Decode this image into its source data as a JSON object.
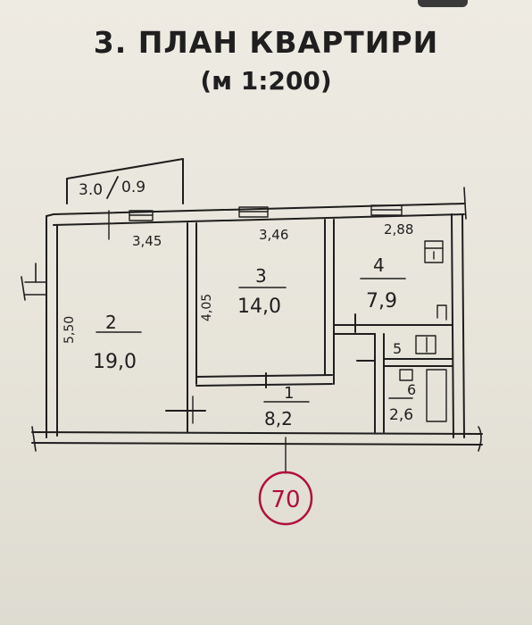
{
  "title": "3. ПЛАН КВАРТИРИ",
  "scale": "(м 1:200)",
  "balcony": {
    "width": "3.0",
    "depth": "0.9"
  },
  "dimensions": {
    "room2_width": "3,45",
    "room3_width": "3,46",
    "room4_width": "2,88",
    "room2_depth": "5,50",
    "room3_depth": "4,05"
  },
  "rooms": [
    {
      "number": "2",
      "area": "19,0"
    },
    {
      "number": "3",
      "area": "14,0"
    },
    {
      "number": "4",
      "area": "7,9"
    },
    {
      "number": "1",
      "area": "8,2"
    },
    {
      "number": "5",
      "area": ""
    },
    {
      "number": "6",
      "area": "2,6"
    }
  ],
  "stamp_number": "70",
  "colors": {
    "ink": "#1e1e1e",
    "stamp": "#b0103c",
    "paper": "#e9e6dd"
  }
}
